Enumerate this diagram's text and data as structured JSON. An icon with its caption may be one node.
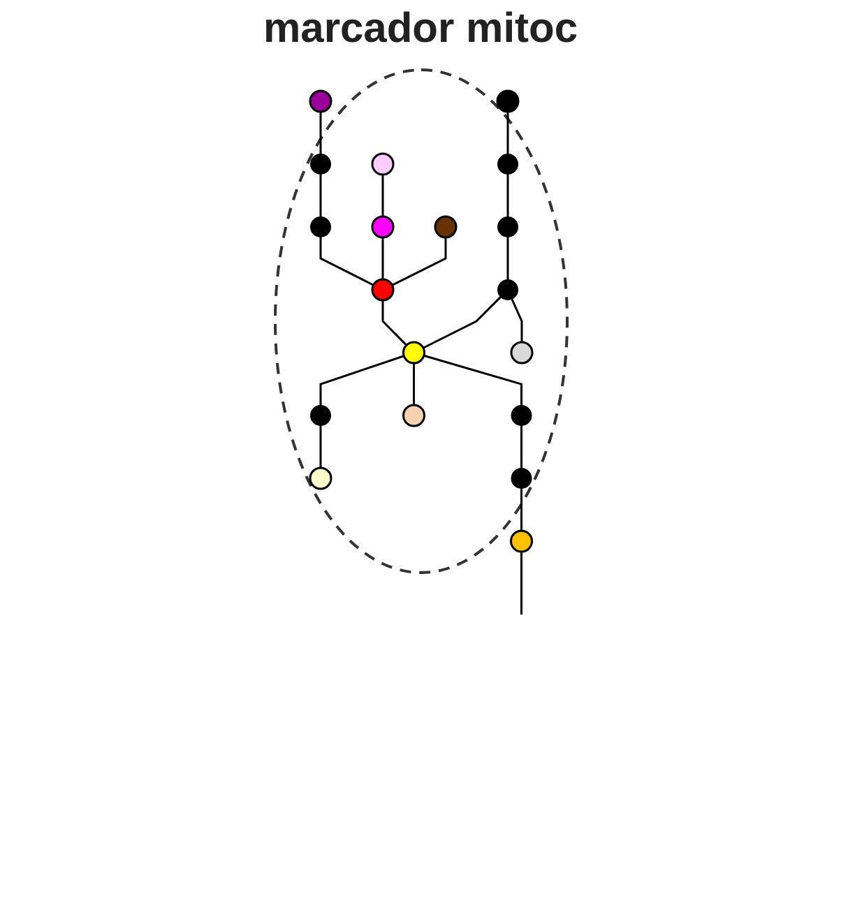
{
  "diagram": {
    "title": "marcador mitoc",
    "nodes": [
      {
        "text": [],
        "shape": "ellipse"
      },
      {
        "text": [],
        "shape": "circle",
        "in": 0
      },
      {
        "text": [],
        "shape": "circle",
        "in": 0
      },
      {
        "text": [],
        "shape": "dot",
        "in": 0
      },
      {
        "text": [],
        "shape": "dot",
        "in": 0
      },
      {
        "text": [],
        "shape": "circle",
        "in": 0
      },
      {
        "text": [],
        "shape": "circle",
        "in": 0
      },
      {
        "text": [],
        "shape": "circle",
        "in": 0
      },
      {
        "text": [],
        "shape": "circle",
        "in": 0
      },
      {
        "text": [],
        "shape": "dot",
        "in": 0
      },
      {
        "text": [],
        "shape": "dot",
        "in": 0
      },
      {
        "text": [],
        "shape": "dot",
        "in": 0
      },
      {
        "text": [],
        "shape": "circle",
        "in": 0
      },
      {
        "text": [],
        "shape": "dot",
        "in": 0
      },
      {
        "text": [],
        "shape": "circle",
        "in": 0
      },
      {
        "text": [],
        "shape": "circle",
        "in": 0
      },
      {
        "text": [],
        "shape": "circle",
        "in": 0
      },
      {
        "text": [],
        "shape": "dot",
        "in": 0
      },
      {
        "text": [],
        "shape": "dot",
        "in": 0
      },
      {
        "text": [],
        "shape": "circle",
        "in": 0
      }
    ],
    "edges": [
      {
        "from": 1,
        "to": 3,
        "arrow": "none"
      },
      {
        "from": 3,
        "to": 4,
        "arrow": "none"
      },
      {
        "from": 4,
        "to": 7,
        "arrow": "none"
      },
      {
        "from": 2,
        "to": 6,
        "arrow": "none"
      },
      {
        "from": 6,
        "to": 7,
        "arrow": "none"
      },
      {
        "from": 5,
        "to": 7,
        "arrow": "none"
      },
      {
        "from": 7,
        "to": 12,
        "arrow": "none"
      },
      {
        "from": 8,
        "to": 9,
        "arrow": "none"
      },
      {
        "from": 9,
        "to": 10,
        "arrow": "none"
      },
      {
        "from": 10,
        "to": 11,
        "arrow": "none"
      },
      {
        "from": 11,
        "to": 12,
        "arrow": "none"
      },
      {
        "from": 11,
        "to": 16,
        "arrow": "none"
      },
      {
        "from": 12,
        "to": 13,
        "arrow": "none"
      },
      {
        "from": 13,
        "to": 14,
        "arrow": "none"
      },
      {
        "from": 12,
        "to": 15,
        "arrow": "none"
      },
      {
        "from": 12,
        "to": 17,
        "arrow": "none"
      },
      {
        "from": 17,
        "to": 18,
        "arrow": "none"
      },
      {
        "from": 18,
        "to": 19,
        "arrow": "none"
      },
      {
        "from": 19,
        "to": null,
        "arrow": "none"
      }
    ]
  }
}
